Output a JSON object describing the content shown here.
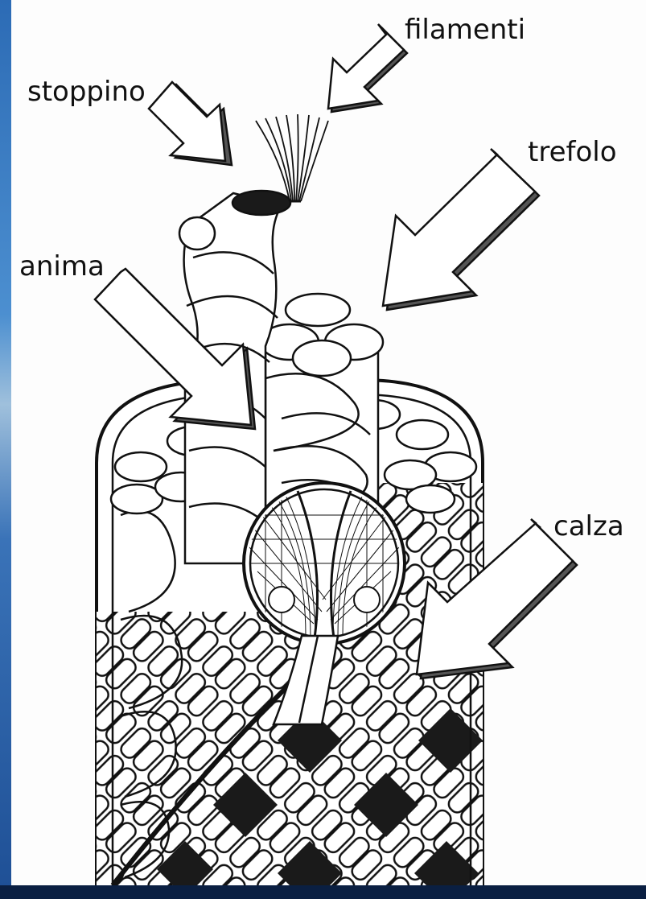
{
  "labels": {
    "filamenti": "filamenti",
    "stoppino": "stoppino",
    "trefolo": "trefolo",
    "anima": "anima",
    "calza": "calza"
  },
  "colors": {
    "frame": "#0b2348",
    "frame_edge": "#2c6bb5",
    "background": "#fdfdfd",
    "ink": "#111111",
    "braid_dark": "#1a1a1a"
  }
}
